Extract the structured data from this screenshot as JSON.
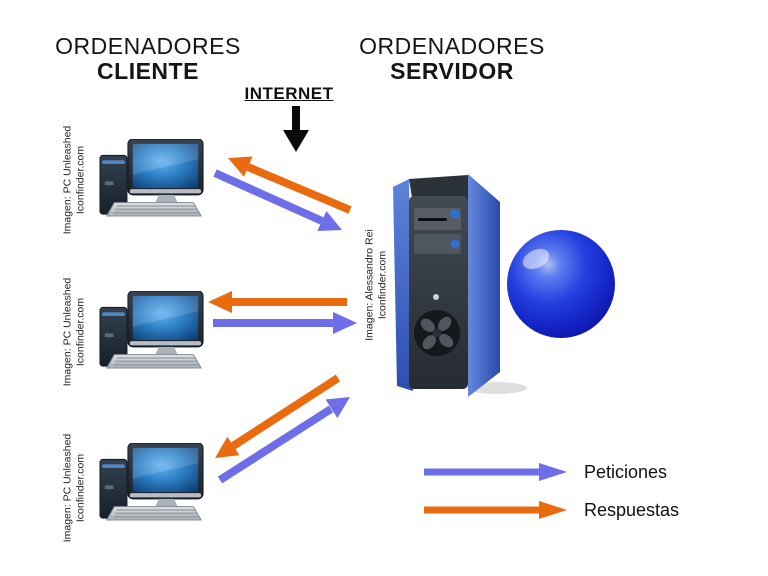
{
  "titles": {
    "left": {
      "line1": "ORDENADORES",
      "line2": "CLIENTE"
    },
    "right": {
      "line1": "ORDENADORES",
      "line2": "SERVIDOR"
    }
  },
  "internet": {
    "label": "INTERNET"
  },
  "clients": [
    {
      "credit_line1": "Imagen: PC Unleashed",
      "credit_line2": "Iconfinder.com"
    },
    {
      "credit_line1": "Imagen: PC Unleashed",
      "credit_line2": "Iconfinder.com"
    },
    {
      "credit_line1": "Imagen: PC Unleashed",
      "credit_line2": "Iconfinder.com"
    }
  ],
  "server": {
    "credit_line1": "Imagen: Alessandro Rei",
    "credit_line2": "Iconfinder.com"
  },
  "legend": [
    {
      "label": "Peticiones",
      "color": "#6e6ee8"
    },
    {
      "label": "Respuestas",
      "color": "#ea6a0f"
    }
  ],
  "colors": {
    "peticiones_blue": "#6e6ee8",
    "respuestas_orange": "#ea6a0f",
    "internet_arrow_black": "#0a0a0a"
  },
  "diagram": {
    "client_count": 3,
    "peticiones_direction": "cliente a servidor",
    "respuestas_direction": "servidor a cliente"
  }
}
